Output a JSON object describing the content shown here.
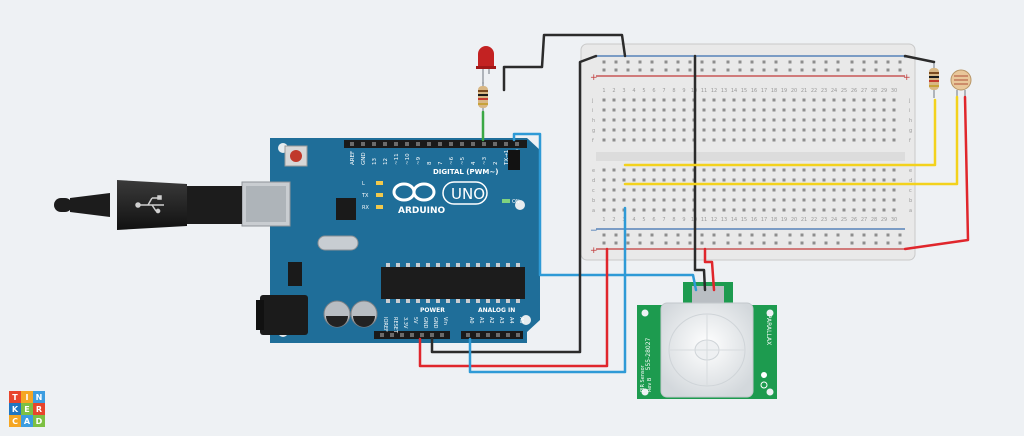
{
  "logo": {
    "letters": [
      "T",
      "I",
      "N",
      "K",
      "E",
      "R",
      "C",
      "A",
      "D"
    ],
    "colors": [
      "#e8452c",
      "#f5a623",
      "#3c9de0",
      "#1f76c2",
      "#7dc043",
      "#e8452c",
      "#f5a623",
      "#3c9de0",
      "#7dc043"
    ]
  },
  "arduino": {
    "brand": "ARDUINO",
    "model": "UNO",
    "digital_label": "DIGITAL (PWM~)",
    "analog_label": "ANALOG IN",
    "power_label": "POWER",
    "on_label": "ON",
    "led_labels": [
      "L",
      "TX",
      "RX"
    ],
    "digital_pins": [
      "AREF",
      "GND",
      "13",
      "12",
      "~11",
      "~10",
      "~9",
      "8",
      "7",
      "~6",
      "~5",
      "4",
      "~3",
      "2",
      "TX→1",
      "RX←0"
    ],
    "power_pins": [
      "IOREF",
      "RESET",
      "3.3V",
      "5V",
      "GND",
      "GND",
      "Vin"
    ],
    "analog_pins": [
      "A0",
      "A1",
      "A2",
      "A3",
      "A4",
      "A5"
    ]
  },
  "breadboard": {
    "row_letters_top": [
      "j",
      "i",
      "h",
      "g",
      "f"
    ],
    "row_letters_bottom": [
      "e",
      "d",
      "c",
      "b",
      "a"
    ],
    "column_numbers": [
      "1",
      "2",
      "3",
      "4",
      "5",
      "6",
      "7",
      "8",
      "9",
      "10",
      "11",
      "12",
      "13",
      "14",
      "15",
      "16",
      "17",
      "18",
      "19",
      "20",
      "21",
      "22",
      "23",
      "24",
      "25",
      "26",
      "27",
      "28",
      "29",
      "30"
    ],
    "plus": "+",
    "minus": "−"
  },
  "pir_sensor": {
    "part_number": "555-28027",
    "brand": "PARALLAX",
    "name_line1": "PIR Sensor",
    "name_line2": "Rev B"
  },
  "colors": {
    "board": "#1f6e99",
    "wire_red": "#e0262c",
    "wire_black": "#2b2b2b",
    "wire_blue": "#2e9ad6",
    "wire_yellow": "#f3d21c",
    "wire_green": "#3aa845",
    "pir": "#1d9b4f"
  }
}
